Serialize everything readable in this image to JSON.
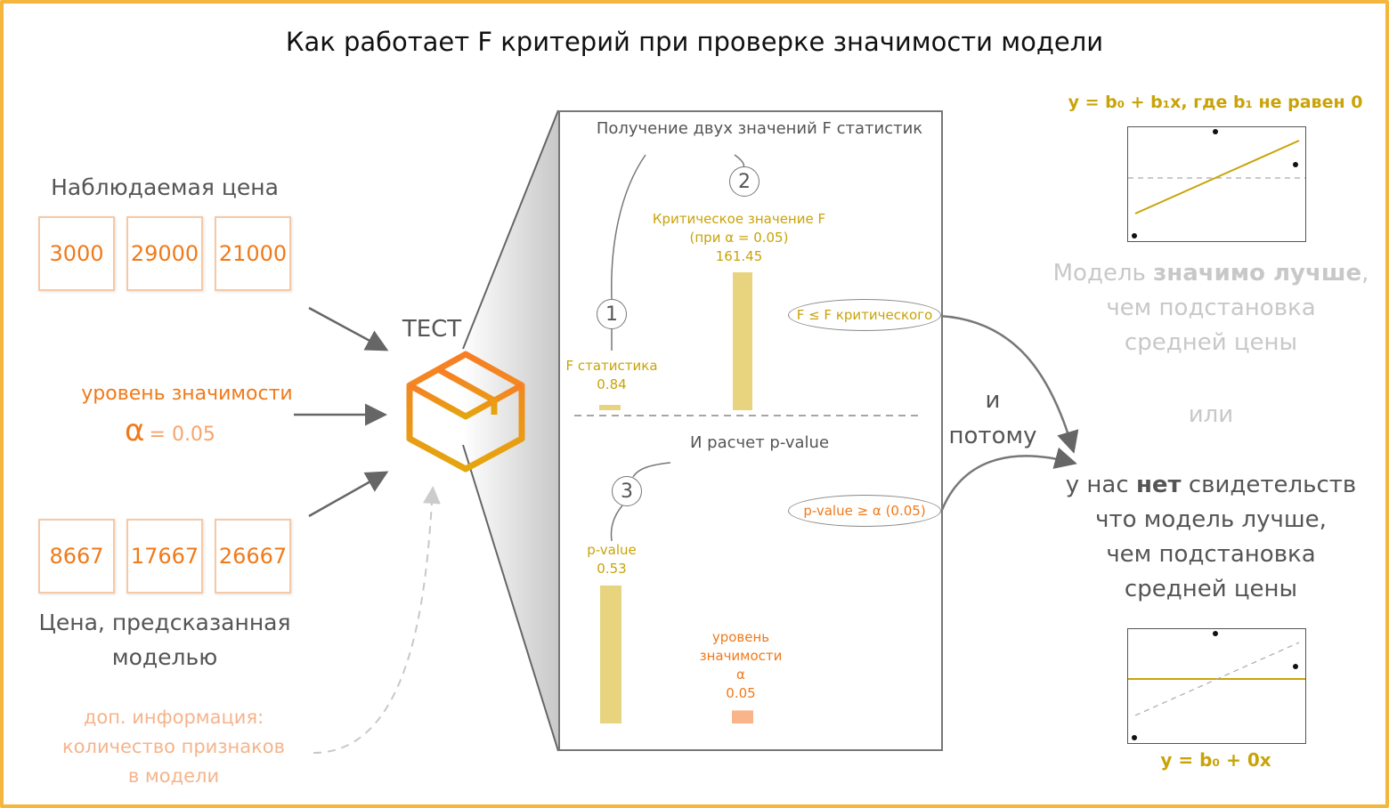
{
  "title": "Как работает F критерий при проверке значимости модели",
  "left": {
    "observed_label": "Наблюдаемая цена",
    "observed_values": [
      "3000",
      "29000",
      "21000"
    ],
    "alpha_label": "уровень значимости",
    "alpha_symbol": "α",
    "alpha_value": "= 0.05",
    "predicted_values": [
      "8667",
      "17667",
      "26667"
    ],
    "predicted_label_1": "Цена, предсказанная",
    "predicted_label_2": "моделью",
    "extra_1": "доп. информация:",
    "extra_2": "количество признаков",
    "extra_3": "в модели"
  },
  "test_label": "ТЕСТ",
  "panel": {
    "top_caption": "Получение двух значений F статистик",
    "step1": "1",
    "step2": "2",
    "step3": "3",
    "f_stat_label": "F статистика",
    "f_stat_value": "0.84",
    "f_crit_label_1": "Критическое значение F",
    "f_crit_label_2": "(при α = 0.05)",
    "f_crit_value": "161.45",
    "f_compare": "F ≤ F критического",
    "pvalue_caption": "И расчет p-value",
    "pvalue_label": "p-value",
    "pvalue_value": "0.53",
    "alpha_label_1": "уровень",
    "alpha_label_2": "значимости",
    "alpha_label_3": "α",
    "alpha_value": "0.05",
    "p_compare": "p-value ≥ α (0.05)"
  },
  "bars": {
    "f_stat": 0.84,
    "f_crit": 161.45,
    "pvalue": 0.53,
    "alpha": 0.05
  },
  "connector": {
    "line1": "и",
    "line2": "потому"
  },
  "right": {
    "formula_top": "y = b₀ + b₁x, где b₁ не равен 0",
    "sig_1a": "Модель ",
    "sig_1b": "значимо лучше",
    "sig_1c": ",",
    "sig_2": "чем подстановка",
    "sig_3": "средней цены",
    "or": "или",
    "no_1a": "у нас ",
    "no_1b": "нет",
    "no_1c": " свидетельств",
    "no_2": "что модель лучше,",
    "no_3": "чем подстановка",
    "no_4": "средней цены",
    "formula_bottom": "y = b₀ + 0x"
  },
  "colors": {
    "frame": "#f4b63c",
    "orange": "#f07a1a",
    "gold": "#c9a308",
    "bar_gold": "#e8d37e",
    "bar_peach": "#f9b48a"
  }
}
